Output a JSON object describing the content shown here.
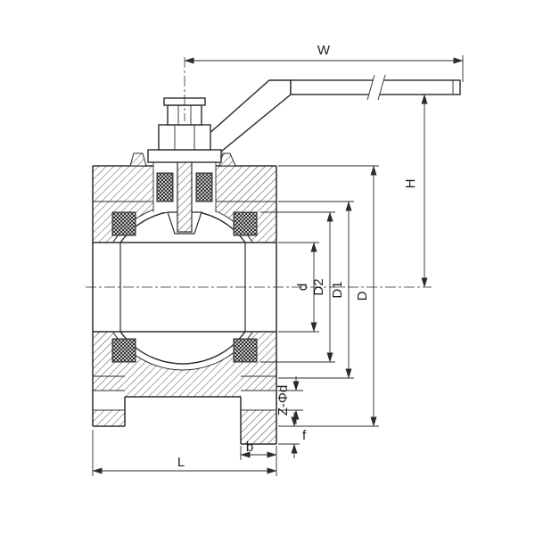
{
  "drawing": {
    "labels": {
      "W": "W",
      "H": "H",
      "d": "d",
      "D2": "D2",
      "D1": "D1",
      "D": "D",
      "Z_phi_d": "Z-Φd",
      "f": "f",
      "b": "b",
      "L": "L"
    },
    "colors": {
      "line_color": "#2b2b2b",
      "background": "#ffffff"
    }
  }
}
